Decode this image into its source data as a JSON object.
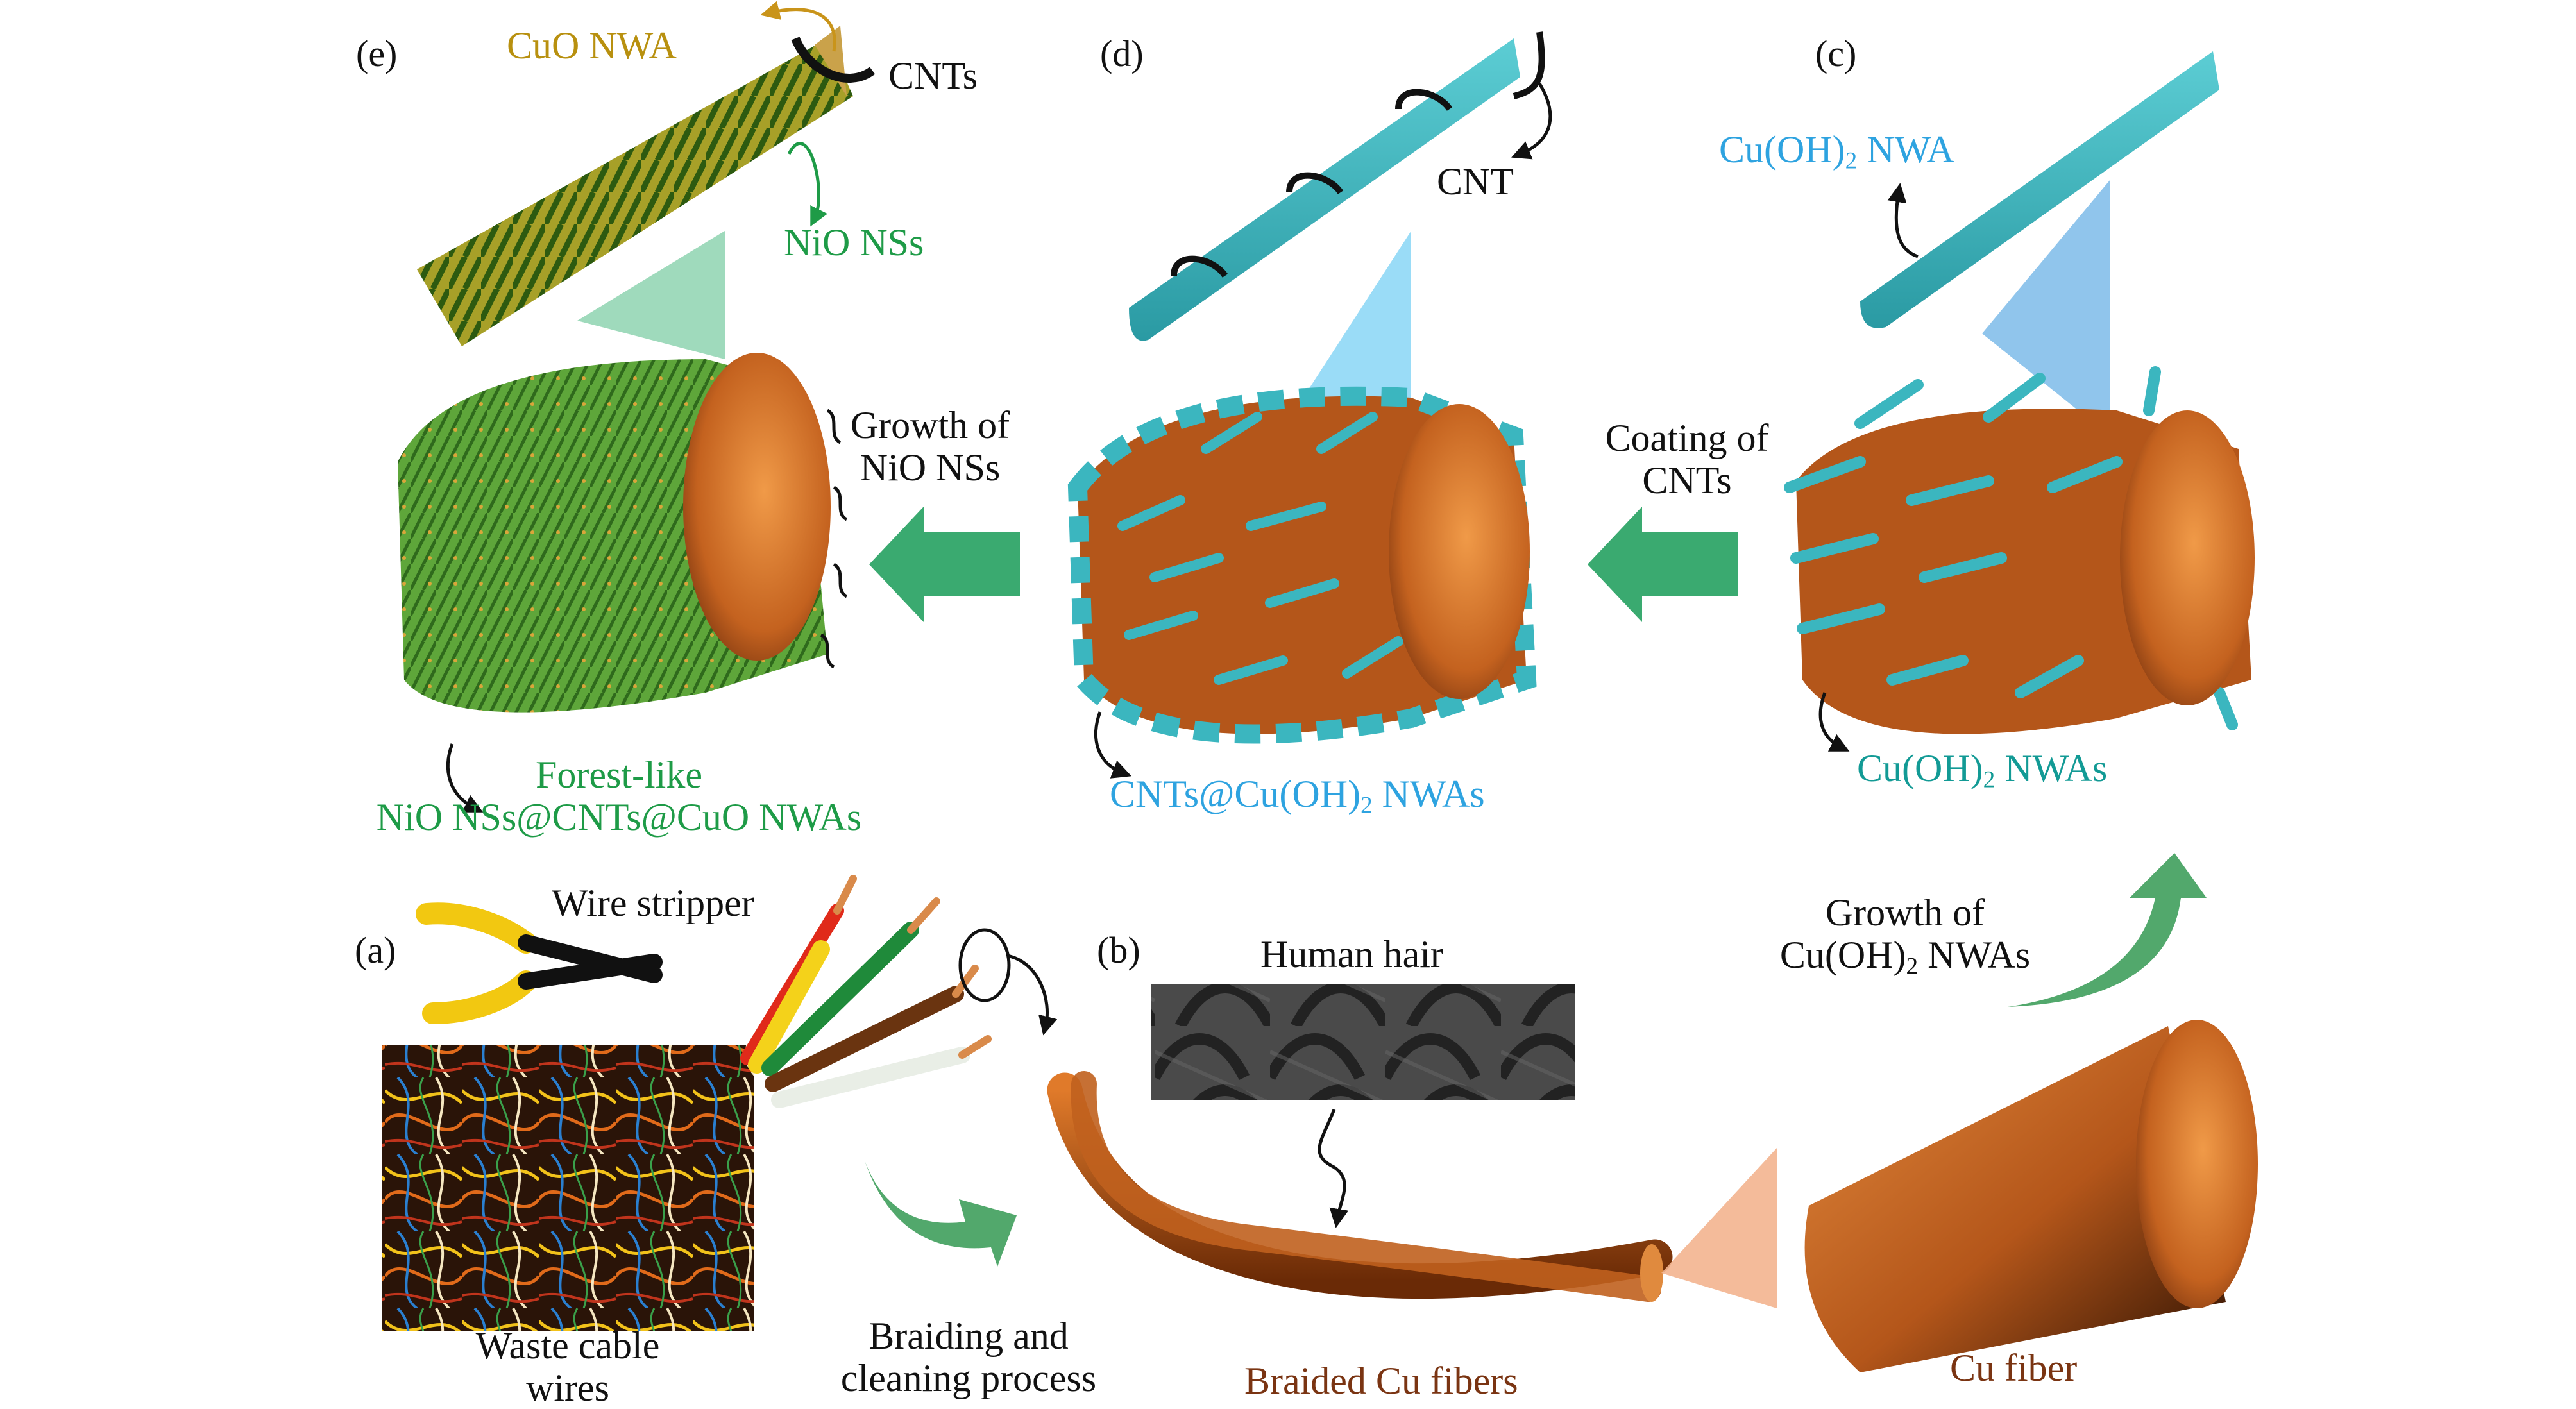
{
  "figure": {
    "panels": {
      "a": "(a)",
      "b": "(b)",
      "c": "(c)",
      "d": "(d)",
      "e": "(e)"
    },
    "colors": {
      "text": "#111111",
      "copper": "#b8581a",
      "copper_light": "#e0873a",
      "copper_dark": "#5a2405",
      "cuoh2_teal": "#3bb6bf",
      "label_blue": "#2ea3e0",
      "label_teal": "#129a95",
      "label_green": "#1e9b47",
      "label_gold": "#b8900f",
      "label_brown": "#7a3412",
      "arrow_green": "#3aaa70",
      "nio_green": "#4c9a2e",
      "cone_green": "#8ed3b0",
      "cone_blue": "#8fd8f6",
      "cone_mid_blue": "#84bfea",
      "cone_peach": "#f3b48f"
    },
    "labels": {
      "e_cuo_nwa": "CuO NWA",
      "e_cnts": "CNTs",
      "e_nio_nss": "NiO NSs",
      "e_product_line1": "Forest-like",
      "e_product_line2": "NiO NSs@CNTs@CuO NWAs",
      "d_cnt": "CNT",
      "d_product_prefix": "CNTs@Cu(OH)",
      "d_product_sub": "2",
      "d_product_suffix": " NWAs",
      "c_nwa_prefix": "Cu(OH)",
      "c_nwa_sub": "2",
      "c_nwa_suffix": " NWA",
      "c_product_prefix": "Cu(OH)",
      "c_product_sub": "2",
      "c_product_suffix": " NWAs",
      "step_growth_nio_line1": "Growth of",
      "step_growth_nio_line2": "NiO NSs",
      "step_coating_line1": "Coating of",
      "step_coating_line2": "CNTs",
      "step_growth_cuoh2_line1": "Growth of",
      "step_growth_cuoh2_prefix": "Cu(OH)",
      "step_growth_cuoh2_sub": "2",
      "step_growth_cuoh2_suffix": " NWAs",
      "a_wire_stripper": "Wire stripper",
      "a_waste_line1": "Waste cable",
      "a_waste_line2": "wires",
      "step_braiding_line1": "Braiding and",
      "step_braiding_line2": "cleaning process",
      "b_human_hair": "Human hair",
      "b_braided": "Braided Cu fibers",
      "cu_fiber": "Cu fiber"
    }
  }
}
